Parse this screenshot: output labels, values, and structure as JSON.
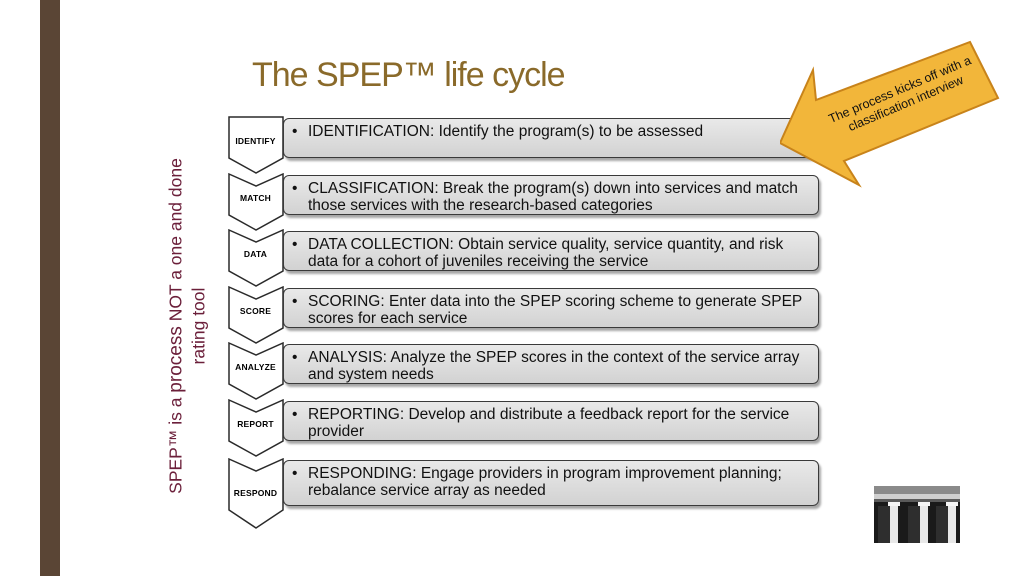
{
  "title": "The SPEP™ life cycle",
  "side_caption": {
    "part1": "SPEP™ is a ",
    "emphasis": "process",
    "part2": " NOT a one and done",
    "line2": "rating tool"
  },
  "callout": {
    "text": "The process kicks off with a classification interview"
  },
  "steps": [
    {
      "label": "IDENTIFY",
      "bullet": "•",
      "text": "IDENTIFICATION: Identify the program(s) to be assessed"
    },
    {
      "label": "MATCH",
      "bullet": "•",
      "text": "CLASSIFICATION: Break the program(s) down into services and match those services with the research-based categories"
    },
    {
      "label": "DATA",
      "bullet": "•",
      "text": "DATA COLLECTION: Obtain service quality, service quantity, and risk data for a cohort of juveniles receiving the service"
    },
    {
      "label": "SCORE",
      "bullet": "•",
      "text": "SCORING: Enter data into the SPEP scoring scheme to generate SPEP scores for each service"
    },
    {
      "label": "ANALYZE",
      "bullet": "•",
      "text": "ANALYSIS: Analyze the SPEP scores in the context of the service array and system needs"
    },
    {
      "label": "REPORT",
      "bullet": "•",
      "text": "REPORTING: Develop and distribute a feedback report for the service provider"
    },
    {
      "label": "RESPOND",
      "bullet": "•",
      "text": "RESPONDING: Engage providers in program improvement planning; rebalance service array as needed"
    }
  ],
  "colors": {
    "title": "#8a6a2a",
    "side_caption": "#6b1f3a",
    "left_bar": "#5a4535",
    "callout_fill": "#f2b63a",
    "callout_stroke": "#c8831a"
  },
  "icons": {
    "corner_image": "building-columns-image"
  }
}
